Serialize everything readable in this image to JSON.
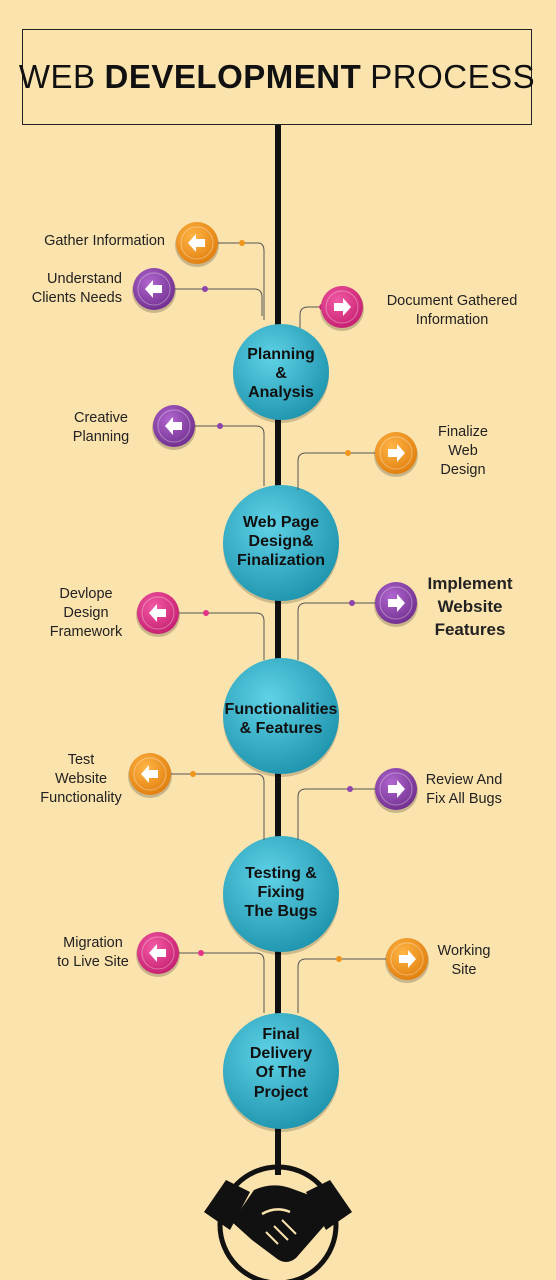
{
  "title": {
    "prefix": "WEB",
    "bold": "DEVELOPMENT",
    "suffix": "PROCESS"
  },
  "colors": {
    "background": "#fbe3ad",
    "timeline": "#111111",
    "step_circle": "#2aaec6",
    "orange": "#f0951c",
    "purple": "#8e44ad",
    "magenta": "#e3348a"
  },
  "steps": [
    {
      "lines": [
        "Planning",
        "&",
        "Analysis"
      ]
    },
    {
      "lines": [
        "Web Page",
        "Design&",
        "Finalization"
      ]
    },
    {
      "lines": [
        "Functionalities",
        "& Features"
      ]
    },
    {
      "lines": [
        "Testing &",
        "Fixing",
        "The Bugs"
      ]
    },
    {
      "lines": [
        "Final",
        "Delivery",
        "Of The",
        "Project"
      ]
    }
  ],
  "tasks": [
    {
      "lines": [
        "Gather Information"
      ],
      "color": "orange",
      "arrow": "left-arrow-icon"
    },
    {
      "lines": [
        "Understand",
        "Clients Needs"
      ],
      "color": "purple",
      "arrow": "left-arrow-icon"
    },
    {
      "lines": [
        "Document Gathered",
        "Information"
      ],
      "color": "magenta",
      "arrow": "right-arrow-icon"
    },
    {
      "lines": [
        "Creative",
        "Planning"
      ],
      "color": "purple",
      "arrow": "left-arrow-icon"
    },
    {
      "lines": [
        "Finalize",
        "Web",
        "Design"
      ],
      "color": "orange",
      "arrow": "right-arrow-icon"
    },
    {
      "lines": [
        "Devlope",
        "Design",
        "Framework"
      ],
      "color": "magenta",
      "arrow": "left-arrow-icon"
    },
    {
      "lines": [
        "Implement",
        "Website",
        "Features"
      ],
      "color": "purple",
      "arrow": "right-arrow-icon"
    },
    {
      "lines": [
        "Test",
        "Website",
        "Functionality"
      ],
      "color": "orange",
      "arrow": "left-arrow-icon"
    },
    {
      "lines": [
        "Review And",
        "Fix All Bugs"
      ],
      "color": "purple",
      "arrow": "right-arrow-icon"
    },
    {
      "lines": [
        "Migration",
        "to Live Site"
      ],
      "color": "magenta",
      "arrow": "left-arrow-icon"
    },
    {
      "lines": [
        "Working",
        "Site"
      ],
      "color": "orange",
      "arrow": "right-arrow-icon"
    }
  ],
  "footer_icon": "handshake-icon"
}
